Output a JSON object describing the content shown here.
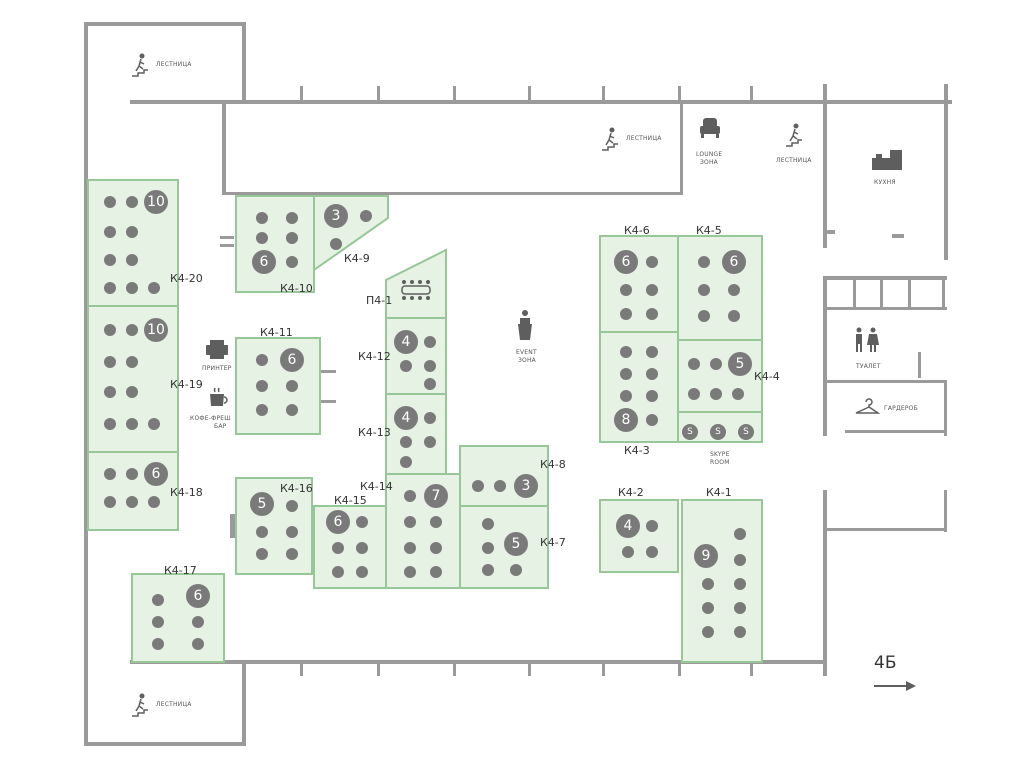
{
  "floor": {
    "label": "4Б"
  },
  "labels": {
    "stairs_top_left": "ЛЕСТНИЦА",
    "stairs_top_center": "ЛЕСТНИЦА",
    "stairs_top_right": "ЛЕСТНИЦА",
    "stairs_bottom_left": "ЛЕСТНИЦА",
    "lounge_1": "LOUNGE",
    "lounge_2": "ЗОНА",
    "kitchen": "КУХНЯ",
    "toilet": "ТУАЛЕТ",
    "wardrobe": "ГАРДЕРОБ",
    "printer": "ПРИНТЕР",
    "coffee_1": "КОФЕ-ФРЕШ",
    "coffee_2": "БАР",
    "event_1": "EVENT",
    "event_2": "ЗОНА",
    "skype_1": "SKYPE",
    "skype_2": "ROOM",
    "skype_badge": "S"
  },
  "rooms": [
    {
      "id": "K4-20",
      "label": "К4-20",
      "seats": "10"
    },
    {
      "id": "K4-19",
      "label": "К4-19",
      "seats": "10"
    },
    {
      "id": "K4-18",
      "label": "К4-18",
      "seats": "6"
    },
    {
      "id": "K4-17",
      "label": "К4-17",
      "seats": "6"
    },
    {
      "id": "K4-16",
      "label": "К4-16",
      "seats": "5"
    },
    {
      "id": "K4-15",
      "label": "К4-15",
      "seats": "6"
    },
    {
      "id": "K4-14",
      "label": "К4-14",
      "seats": "7"
    },
    {
      "id": "K4-13",
      "label": "К4-13",
      "seats": "4"
    },
    {
      "id": "K4-12",
      "label": "К4-12",
      "seats": "4"
    },
    {
      "id": "P4-1",
      "label": "П4-1",
      "seats": ""
    },
    {
      "id": "K4-11",
      "label": "К4-11",
      "seats": "6"
    },
    {
      "id": "K4-10",
      "label": "К4-10",
      "seats": "6"
    },
    {
      "id": "K4-9",
      "label": "К4-9",
      "seats": "3"
    },
    {
      "id": "K4-8",
      "label": "К4-8",
      "seats": "3"
    },
    {
      "id": "K4-7",
      "label": "К4-7",
      "seats": "5"
    },
    {
      "id": "K4-6",
      "label": "К4-6",
      "seats": "6"
    },
    {
      "id": "K4-5",
      "label": "К4-5",
      "seats": "6"
    },
    {
      "id": "K4-4",
      "label": "К4-4",
      "seats": "5"
    },
    {
      "id": "K4-3",
      "label": "К4-3",
      "seats": "8"
    },
    {
      "id": "K4-2",
      "label": "К4-2",
      "seats": "4"
    },
    {
      "id": "K4-1",
      "label": "К4-1",
      "seats": "9"
    }
  ]
}
